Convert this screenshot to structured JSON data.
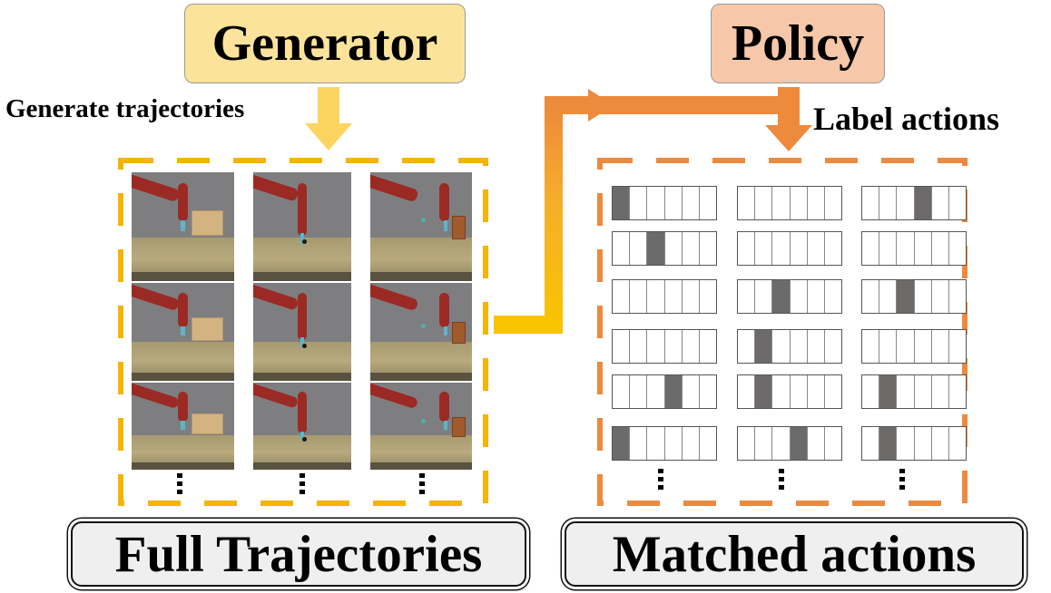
{
  "generator": {
    "title": "Generator",
    "color": "#fbe39b"
  },
  "policy": {
    "title": "Policy",
    "color": "#f6c8a9"
  },
  "steps": {
    "generate": "Generate trajectories",
    "label": "Label actions"
  },
  "panels": {
    "left_caption": "Full Trajectories",
    "right_caption": "Matched actions"
  },
  "colors": {
    "yellow_arrow": "#fcd460",
    "yellow_frame": "#f4b400",
    "orange_arrow": "#ee8a3b",
    "orange_frame": "#ec8a3e",
    "action_fill": "#6d6a6a"
  },
  "action_matrix": [
    [
      [
        1,
        0,
        0,
        0,
        0,
        0
      ],
      [
        0,
        0,
        0,
        0,
        0,
        0
      ],
      [
        0,
        0,
        0,
        1,
        0,
        0
      ]
    ],
    [
      [
        0,
        0,
        1,
        0,
        0,
        0
      ],
      [
        0,
        0,
        0,
        0,
        0,
        0
      ],
      [
        0,
        0,
        0,
        0,
        0,
        0
      ]
    ],
    [
      [
        0,
        0,
        0,
        0,
        0,
        0
      ],
      [
        0,
        0,
        1,
        0,
        0,
        0
      ],
      [
        0,
        0,
        1,
        0,
        0,
        0
      ]
    ],
    [
      [
        0,
        0,
        0,
        0,
        0,
        0
      ],
      [
        0,
        1,
        0,
        0,
        0,
        0
      ],
      [
        0,
        0,
        0,
        0,
        0,
        0
      ]
    ],
    [
      [
        0,
        0,
        0,
        1,
        0,
        0
      ],
      [
        0,
        1,
        0,
        0,
        0,
        0
      ],
      [
        0,
        1,
        0,
        0,
        0,
        0
      ]
    ],
    [
      [
        1,
        0,
        0,
        0,
        0,
        0
      ],
      [
        0,
        0,
        0,
        1,
        0,
        0
      ],
      [
        0,
        1,
        0,
        0,
        0,
        0
      ]
    ]
  ]
}
